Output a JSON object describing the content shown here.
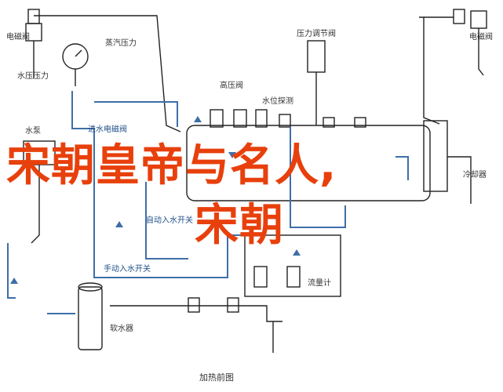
{
  "labels": {
    "electric_valve_left": "电磁阀",
    "steam_gauge": "蒸汽压力",
    "water_pressure": "水压压力",
    "high_pressure_valve": "高压阀",
    "water_level_probe": "水位探测",
    "pressure_regulator": "压力调节阀",
    "electric_valve_right": "电磁阀",
    "water_pump": "水泵",
    "inlet_valve": "进水电磁阀",
    "auto_switch": "自动入水开关",
    "manual_switch": "手动入水开关",
    "cold_water": "冷却器",
    "flow_meter": "流量计",
    "water_softener": "软水器",
    "caption": "加热前图"
  },
  "overlay": {
    "line1": "宋朝皇帝与名人,",
    "line2": "宋朝"
  },
  "colors": {
    "pipe": "#3f6ea8",
    "line": "#222222",
    "overlay_text": "#e8400c"
  }
}
